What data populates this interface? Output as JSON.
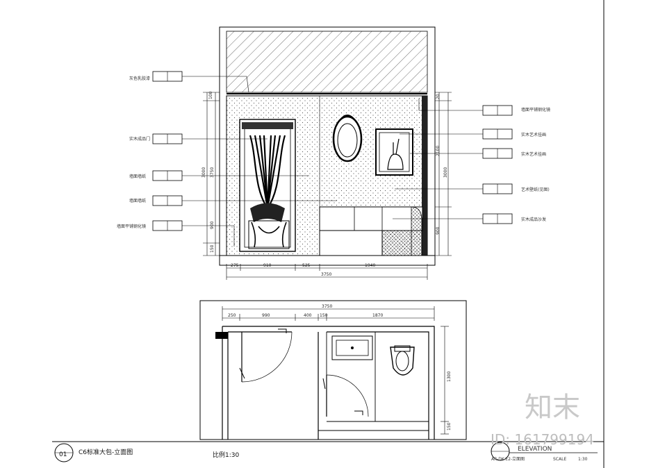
{
  "elevation": {
    "callouts_left": [
      "灰色乳胶漆",
      "实木成品门",
      "墙面墙纸",
      "墙面墙纸",
      "墙面平铺钢化镜"
    ],
    "callouts_right": [
      "墙面平铺钢化镜",
      "实木艺术挂画",
      "实木艺术挂画",
      "艺术壁纸(见图)",
      "实木成品沙发"
    ],
    "dims_left": [
      "100",
      "3000",
      "3750",
      "900",
      "150"
    ],
    "dims_right": [
      "20",
      "2100",
      "3000",
      "900"
    ],
    "dims_bottom": [
      "275",
      "910",
      "525",
      "1940"
    ],
    "total_width": "3750"
  },
  "plan": {
    "total_width": "3750",
    "dims_top": [
      "250",
      "990",
      "400",
      "150",
      "1870"
    ],
    "dims_right": [
      "1300",
      "150"
    ]
  },
  "title_block": {
    "number": "01",
    "drawing_title": "C6标准大包-立面图",
    "scale_label": "比例1:30",
    "elevation_title": "ELEVATION",
    "drawing_code": "AR-DK-E2-立面图",
    "scale_caption": "SCALE",
    "scale_value": "1:30"
  },
  "watermark": {
    "text": "知末",
    "id_text": "ID: 161799194"
  }
}
